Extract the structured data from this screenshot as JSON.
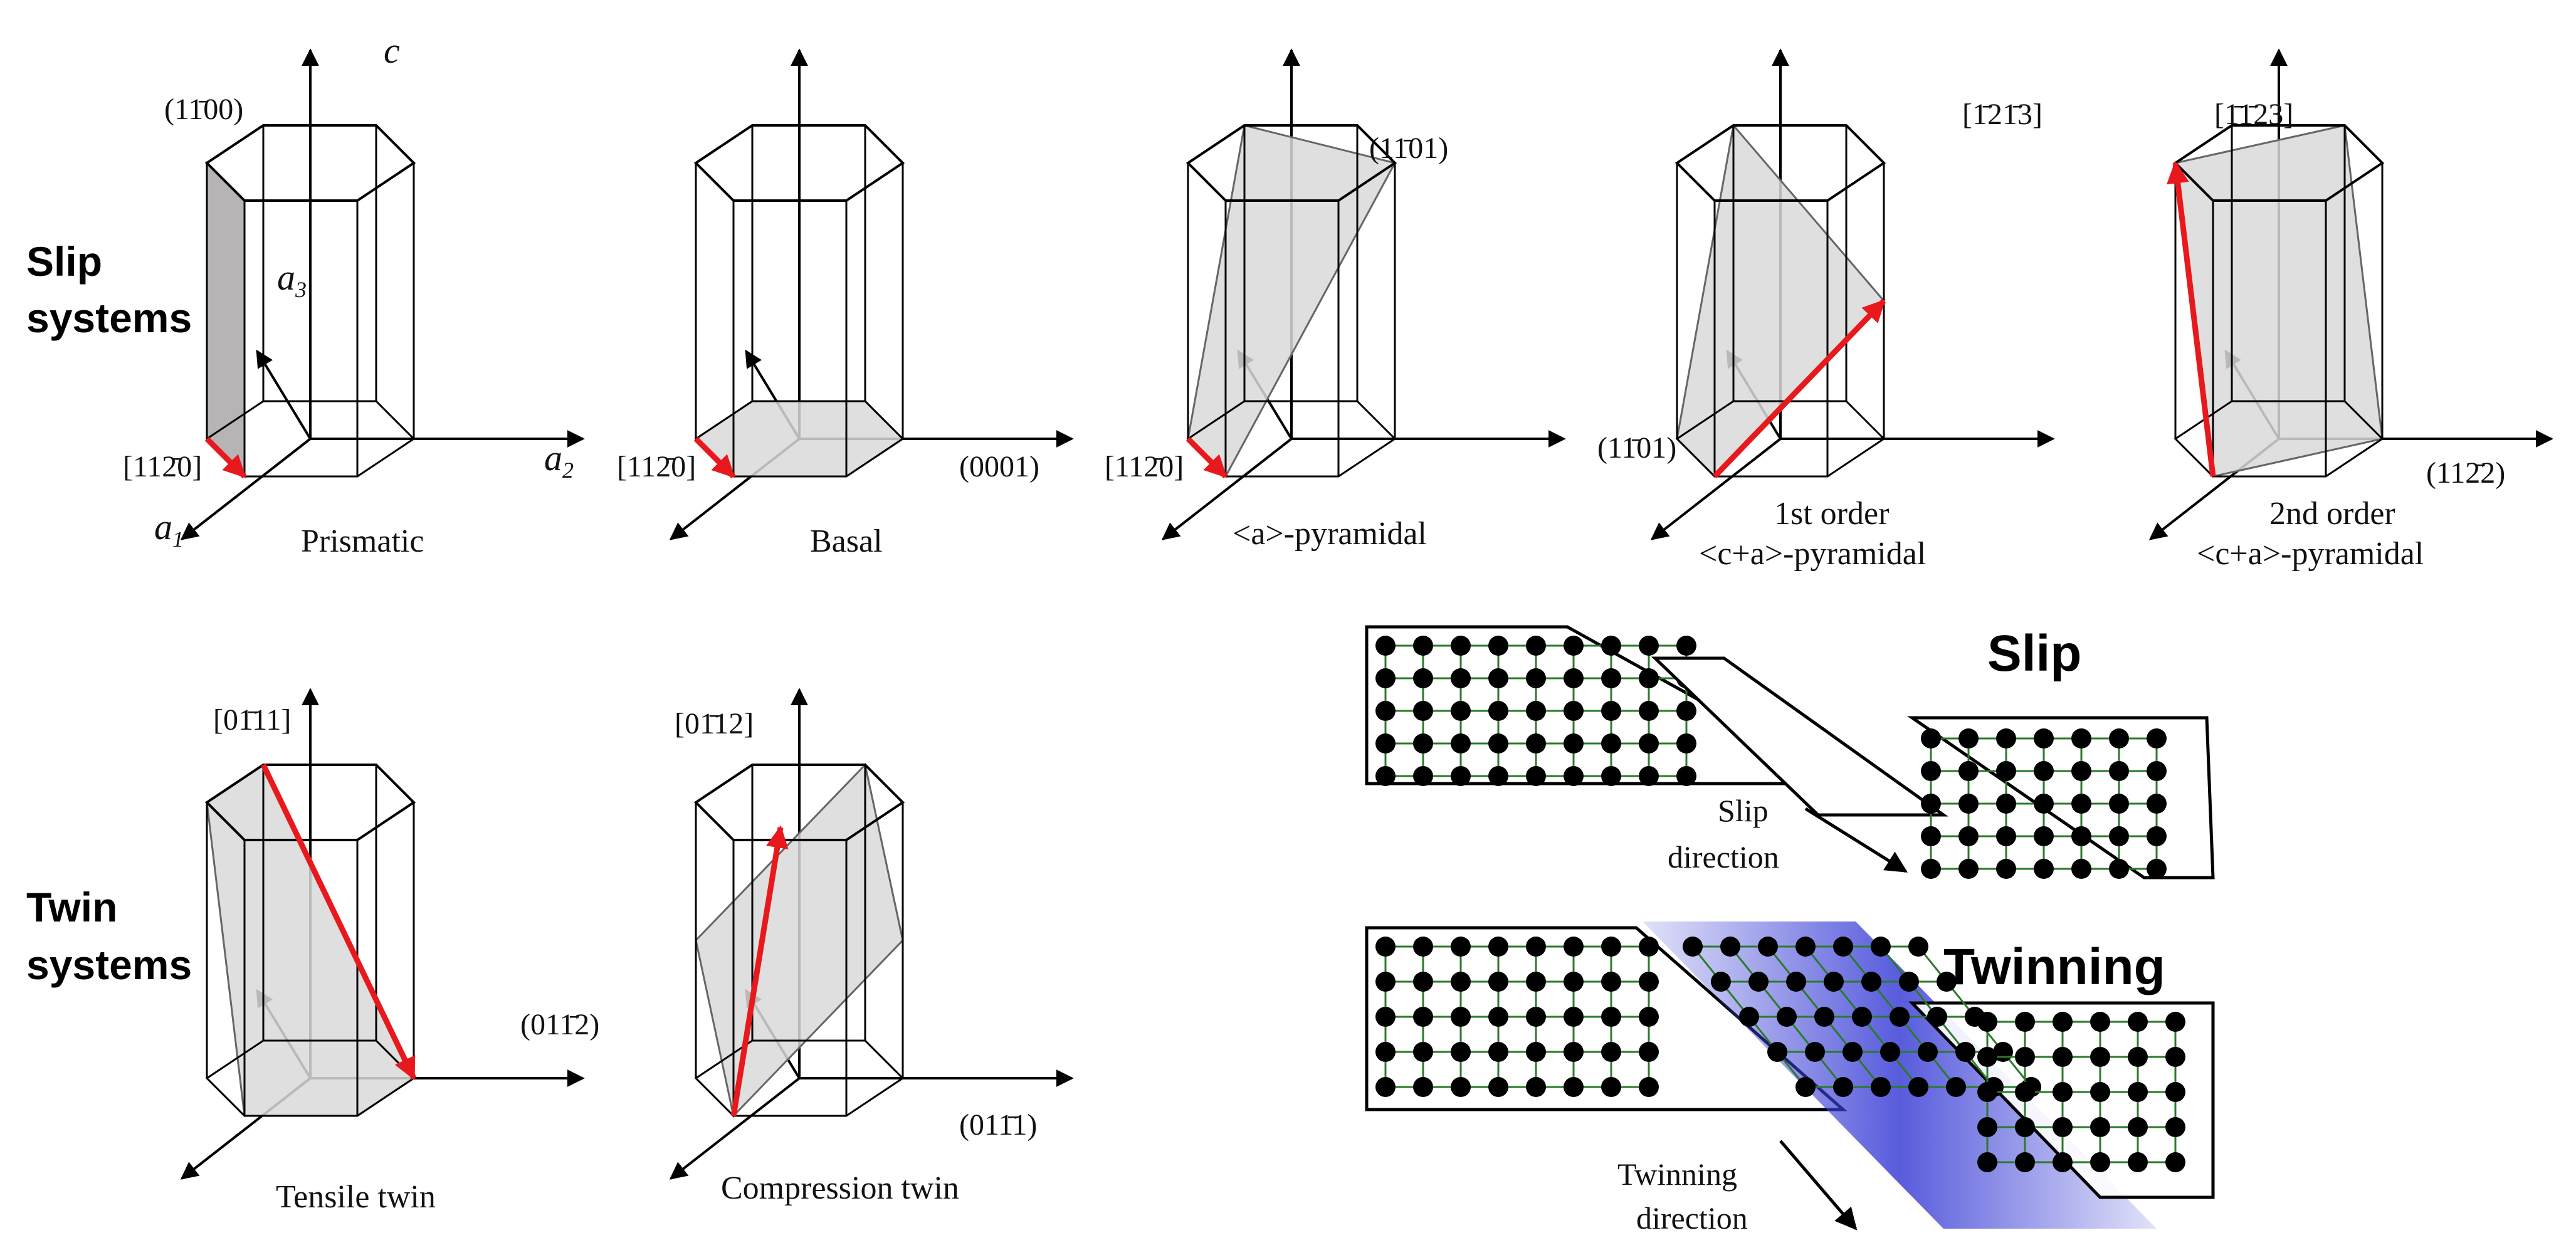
{
  "headings": {
    "slip_line1": "Slip",
    "slip_line2": "systems",
    "twin_line1": "Twin",
    "twin_line2": "systems"
  },
  "axes": {
    "c": "c",
    "a1": "a",
    "a1_sub": "1",
    "a2": "a",
    "a2_sub": "2",
    "a3": "a",
    "a3_sub": "3"
  },
  "cells": [
    {
      "caption": "Prismatic",
      "plane": "(11̄00)",
      "direction": "[112̄0]"
    },
    {
      "caption": "Basal",
      "plane": "(0001)",
      "direction": "[112̄0]"
    },
    {
      "caption": "<a>-pyramidal",
      "plane": "(11̄01)",
      "direction": "[112̄0]"
    },
    {
      "caption_line1": "1st order",
      "caption_line2": "<c+a>-pyramidal",
      "plane": "(11̄01)",
      "direction": "[1̄21̄3]"
    },
    {
      "caption_line1": "2nd order",
      "caption_line2": "<c+a>-pyramidal",
      "plane": "(112̄2)",
      "direction": "[1̄1̄23]"
    },
    {
      "caption": "Tensile twin",
      "plane": "(011̄2)",
      "direction": "[01̄11]"
    },
    {
      "caption": "Compression twin",
      "plane": "(011̄1)",
      "direction": "[01̄12]"
    }
  ],
  "mechanisms": {
    "slip_title": "Slip",
    "slip_dir_line1": "Slip",
    "slip_dir_line2": "direction",
    "twin_title": "Twinning",
    "twin_dir_line1": "Twinning",
    "twin_dir_line2": "direction"
  },
  "colors": {
    "plane_fill": "#d9d9d9",
    "prism_fill": "#a9a7a7",
    "vector": "#e8191c",
    "twin_band": "#3b3fd6",
    "atom": "#000000"
  }
}
